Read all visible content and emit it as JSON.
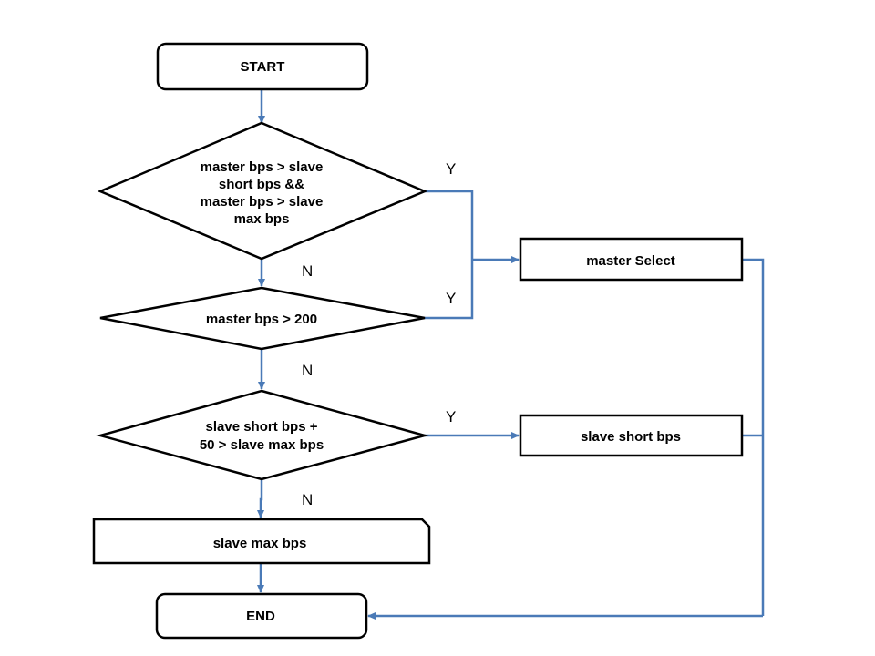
{
  "colors": {
    "connector": "#4a7ab7",
    "outline": "#000000",
    "background": "#ffffff"
  },
  "nodes": {
    "start": {
      "text": [
        "START"
      ]
    },
    "decision1": {
      "text": [
        "master bps > slave",
        "short bps &&",
        "master bps > slave",
        "max bps"
      ]
    },
    "decision2": {
      "text": [
        "master bps > 200"
      ]
    },
    "decision3": {
      "text": [
        "slave short bps +",
        "50 > slave max bps"
      ]
    },
    "master_select": {
      "text": [
        "master Select"
      ]
    },
    "slave_short": {
      "text": [
        "slave short bps"
      ]
    },
    "slave_max": {
      "text": [
        "slave max bps"
      ]
    },
    "end": {
      "text": [
        "END"
      ]
    }
  },
  "edge_labels": {
    "d1_yes": "Y",
    "d1_no": "N",
    "d2_yes": "Y",
    "d2_no": "N",
    "d3_yes": "Y",
    "d3_no": "N"
  }
}
